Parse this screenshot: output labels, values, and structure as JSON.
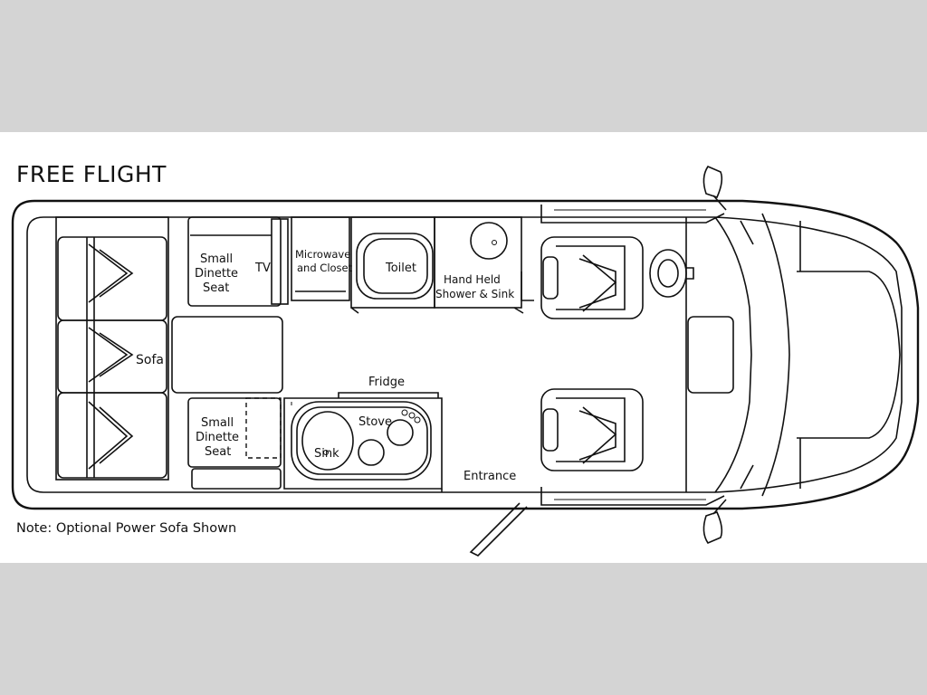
{
  "title": "FREE FLIGHT",
  "note": "Note: Optional Power Sofa Shown",
  "labels": {
    "sofa": "Sofa",
    "dinette_top_1": "Small",
    "dinette_top_2": "Dinette",
    "dinette_top_3": "Seat",
    "dinette_bottom_1": "Small",
    "dinette_bottom_2": "Dinette",
    "dinette_bottom_3": "Seat",
    "tv": "TV",
    "microwave_1": "Microwave",
    "microwave_2": "and Closet",
    "toilet": "Toilet",
    "shower_1": "Hand Held",
    "shower_2": "Shower & Sink",
    "fridge": "Fridge",
    "stove": "Stove",
    "sink": "Sink",
    "entrance": "Entrance"
  },
  "colors": {
    "background": "#d4d4d4",
    "panel": "#ffffff",
    "ink": "#111111"
  }
}
